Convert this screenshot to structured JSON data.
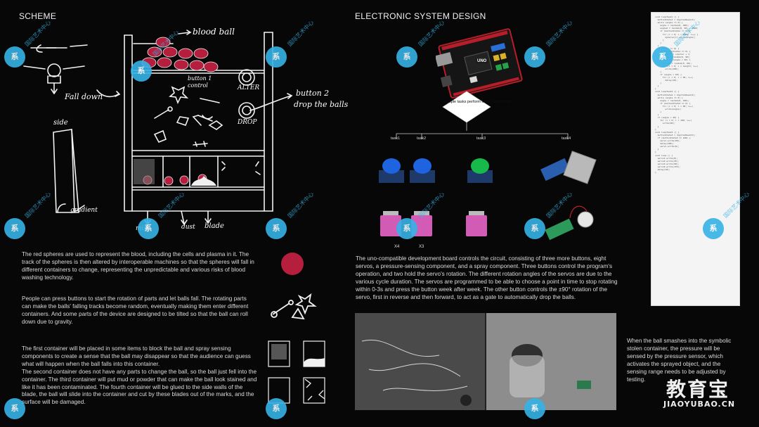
{
  "scheme": {
    "title": "SCHEME",
    "labels": {
      "blood_ball": "blood ball",
      "button1": "button 1",
      "control": "control",
      "alter": "ALTER",
      "button2": "button 2",
      "drop_balls": "drop the balls",
      "drop": "DROP",
      "fall_down": "Fall down",
      "side": "side",
      "gradient": "gradient",
      "mist": "mist",
      "dust": "dust",
      "blade": "blade"
    },
    "paragraphs": [
      "The red spheres are used to represent the blood, including the cells and plasma in it. The track of the spheres is then altered by interoperable machines so that the spheres will fall in different containers to change, representing the unpredictable and various risks of blood washing technology.",
      "People can press buttons to start the rotation of parts and let balls fall. The rotating parts can make the balls' falling tracks become random, eventually making them enter different containers. And some parts of the device are designed to be tilted so that the ball can roll down due to gravity.",
      "The first container will be placed in some items to block the ball and spray sensing components to create a sense that the ball may disappear so that the audience can guess what will happen when the ball falls into this container.\nThe second container does not have any parts to change the ball, so the ball just fell into the container. The third container will put mud or powder that can make the ball look stained and like it has been contaminated. The fourth container will be glued to the side walls of the blade, the ball will slide into the container and cut by these blades out of the marks, and the surface will be damaged."
    ]
  },
  "electronic": {
    "title": "ELECTRONIC SYSTEM DESIGN",
    "board_label": "UNO",
    "flow_box": "multiple tasks perform in the same time",
    "tasks": [
      "task1",
      "task2",
      "task3",
      "task4"
    ],
    "servo_labels": [
      "X4",
      "X3"
    ],
    "description": "The uno-compatible development board controls the circuit, consisting of three more buttons, eight servos, a pressure-sensing component, and a spray component. Three buttons control the program's operation, and two hold the servo's rotation. The different rotation angles of the servos are due to the various cycle duration. The servos are programmed to be able to choose a point in time to stop rotating within 0-3s and press the button week after week. The other button controls the ±90° rotation of the servo, first in reverse and then forward, to act as a gate to automatically drop the balls.",
    "side_note": "When the ball smashes into the symbolic stolen container, the pressure will be sensed by the pressure sensor, which activates the sprayed object, and the sensing range needs to be adjusted by testing."
  },
  "code": {
    "lines": [
      "void loopTask1 () {",
      "  buttonState1 = digitalRead(3);",
      "  while (angle == 0) {",
      "    angle = random(0, 180);",
      "    angle2 = random(0, 90) + 1800;",
      "    if (buttonState1 == 0) {",
      "      for (i = 0; i < 1000; i++) {",
      "        myServo[i].write(angle);",
      "      }",
      "    }",
      "  }",
      "  if (angle == 0) {",
      "    if (buttonState1 == 0) {",
      "      counter = counter + 1;",
      "      angle = random(0, 90);",
      "    } else if (angle < 20) {",
      "      angle2 = random(0, 90);",
      "      for (i = 0; i < length; i++)",
      "        write(180);",
      "    }",
      "    if (angle > 60) {",
      "      for (i = 0; i < 90; i++)",
      "        delay(10);",
      "    }",
      "  }",
      "}",
      "void loopTask2 () {",
      "  buttonState2 = digitalRead(4);",
      "  while (angle == 0) {",
      "    angle = random(0, 180);",
      "    if (buttonState2 == 0) {",
      "      for (i = 0; i < 90; i++)",
      "        write(angle);",
      "    }",
      "  }",
      "  if (angle > 20) {",
      "    for (i = 0; i < 180; i++)",
      "      write(90);",
      "  }",
      "}",
      "void loopTask3 () {",
      "  buttonState3 = digitalRead(5);",
      "  if (buttonState3 == LOW) {",
      "    servo.write(90);",
      "    delay(300);",
      "    servo.write(0);",
      "  }",
      "}",
      "void loop () {",
      "  servo1.write(0);",
      "  servo2.write(45);",
      "  servo3.write(90);",
      "  servo4.write(135);",
      "  delay(10);",
      "}"
    ]
  },
  "watermark": {
    "logo": "系",
    "text": "国际艺术中心",
    "brand": "教育宝",
    "domain": "JIAOYUBAO.CN"
  },
  "colors": {
    "background": "#070707",
    "blood": "#b51e3d",
    "task_blue": "#1e63e0",
    "task_green": "#18b94b",
    "servo_pink": "#d25bb6",
    "board_red": "#b81d2a",
    "watermark": "#36b3e6"
  }
}
